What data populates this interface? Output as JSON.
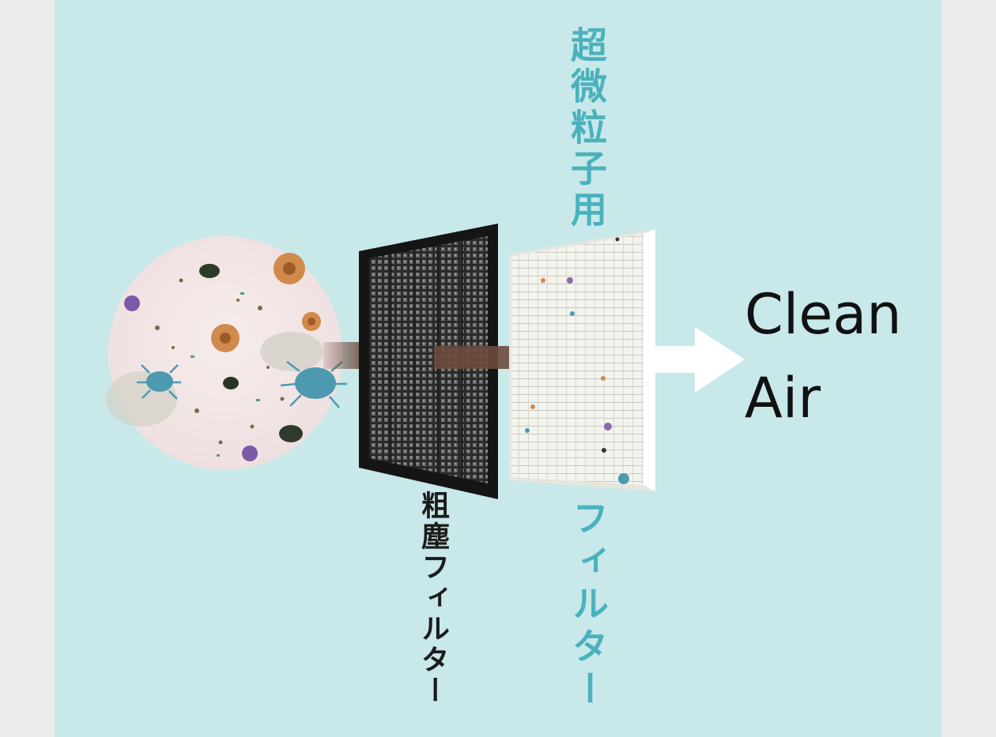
{
  "labels": {
    "fine_filter_top": "超微粒子用",
    "fine_filter_bottom": "フィルター",
    "coarse_filter": "粗塵フィルター",
    "clean_line1": "Clean",
    "clean_line2": "Air"
  },
  "colors": {
    "background": "#c8e8ea",
    "page_side": "#ececec",
    "teal_text": "#4ab2bd",
    "arrow_brown": "#6d4a3c",
    "arrow_white": "#ffffff"
  },
  "icons": {
    "particles": "dust-particles-icon",
    "coarse_filter": "coarse-filter-icon",
    "fine_filter": "hepa-filter-icon"
  }
}
